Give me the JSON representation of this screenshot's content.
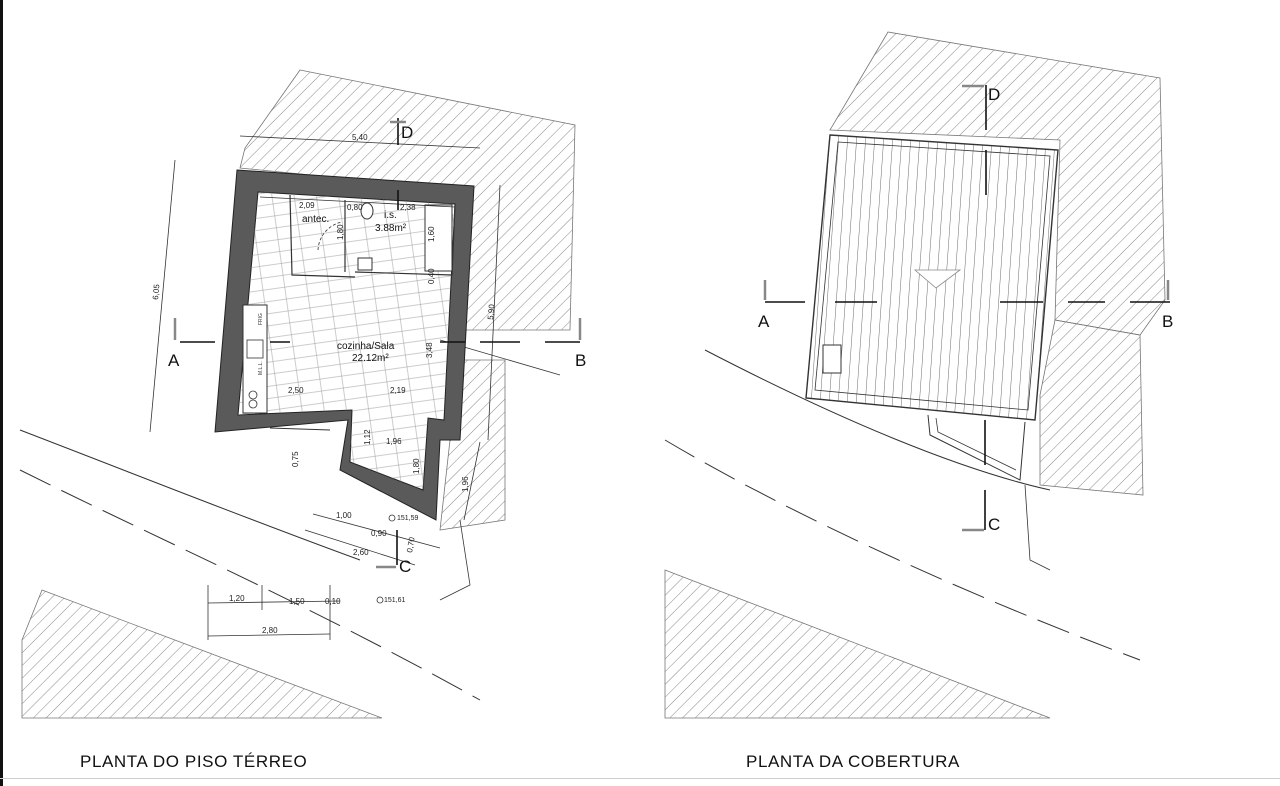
{
  "titles": {
    "ground_floor": "PLANTA DO PISO TÉRREO",
    "roof": "PLANTA DA COBERTURA"
  },
  "section_marks": {
    "a": "A",
    "b": "B",
    "c": "C",
    "d": "D"
  },
  "rooms": {
    "antec": "antec.",
    "wc_label": "i.s.",
    "wc_area": "3.88m²",
    "living_name": "cozinha/Sala",
    "living_area": "22.12m²"
  },
  "fixtures": {
    "frig": "FRIG",
    "mll": "M.L.L."
  },
  "dimensions": {
    "d_540": "5,40",
    "d_605": "6,05",
    "d_590": "5,90",
    "d_209": "2,09",
    "d_238": "2,38",
    "d_080a": "0,80",
    "d_180a": "1,80",
    "d_160": "1,60",
    "d_040": "0,40",
    "d_348": "3,48",
    "d_250": "2,50",
    "d_219": "2,19",
    "d_112": "1,12",
    "d_196a": "1,96",
    "d_075": "0,75",
    "d_180b": "1,80",
    "d_196b": "1,96",
    "d_100": "1,00",
    "d_090": "0,90",
    "d_260": "2,60",
    "d_070": "0,70",
    "d_120": "1,20",
    "d_150": "1,50",
    "d_010": "0,10",
    "d_280": "2,80"
  },
  "levels": {
    "lvl1": "151,59",
    "lvl2": "151,61"
  }
}
